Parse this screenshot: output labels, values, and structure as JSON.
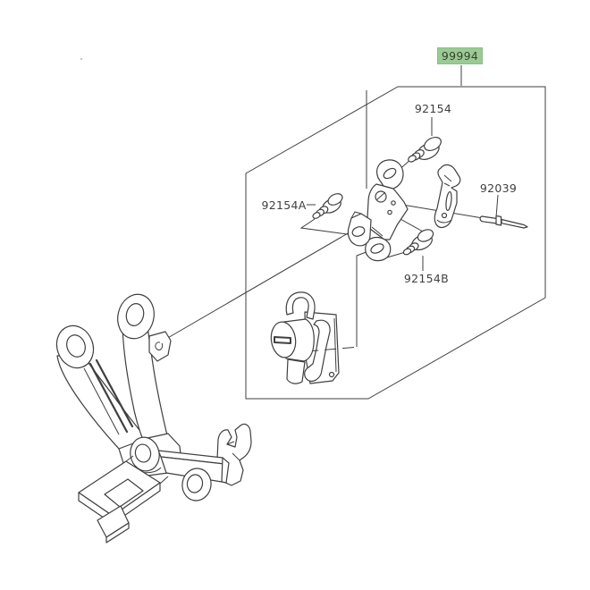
{
  "window": {
    "background": "#ffffff"
  },
  "diagram": {
    "type": "exploded-parts-diagram",
    "line_color": "#3f3f3f",
    "highlight_color": "#9bca94",
    "label_color": "#3f3f3f",
    "labels": [
      {
        "part_no": "99994",
        "highlighted": true
      },
      {
        "part_no": "92154",
        "highlighted": false
      },
      {
        "part_no": "92154A",
        "highlighted": false
      },
      {
        "part_no": "92039",
        "highlighted": false
      },
      {
        "part_no": "92154B",
        "highlighted": false
      }
    ],
    "parts": [
      {
        "name": "assembly-detail-box"
      },
      {
        "name": "mounting-bracket"
      },
      {
        "name": "latch-lever"
      },
      {
        "name": "screw-92154"
      },
      {
        "name": "screw-92154A"
      },
      {
        "name": "screw-92154B"
      },
      {
        "name": "pin-92039"
      },
      {
        "name": "lock-assembly"
      },
      {
        "name": "footpeg-bracket-casting"
      }
    ]
  }
}
